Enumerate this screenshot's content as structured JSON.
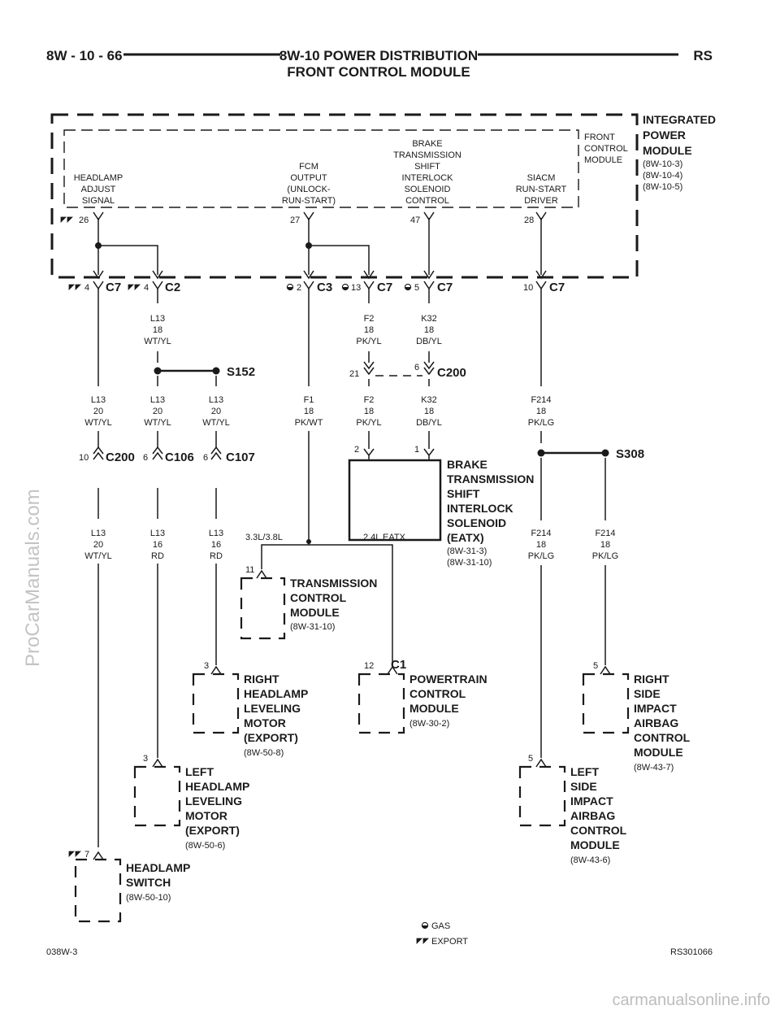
{
  "header": {
    "page_code": "8W - 10 - 66",
    "title": "8W-10 POWER DISTRIBUTION",
    "subtitle": "FRONT CONTROL MODULE",
    "model": "RS"
  },
  "ipm": {
    "name": [
      "INTEGRATED",
      "POWER",
      "MODULE"
    ],
    "refs": [
      "(8W-10-3)",
      "(8W-10-4)",
      "(8W-10-5)"
    ],
    "fcm_label": [
      "FRONT",
      "CONTROL",
      "MODULE"
    ],
    "functions": [
      {
        "lines": [
          "HEADLAMP",
          "ADJUST",
          "SIGNAL"
        ],
        "pin": "26"
      },
      {
        "lines": [
          "FCM",
          "OUTPUT",
          "(UNLOCK-",
          "RUN-START)"
        ],
        "pin": "27"
      },
      {
        "lines": [
          "BRAKE",
          "TRANSMISSION",
          "SHIFT",
          "INTERLOCK",
          "SOLENOID",
          "CONTROL"
        ],
        "pin": "47"
      },
      {
        "lines": [
          "SIACM",
          "RUN-START",
          "DRIVER"
        ],
        "pin": "28"
      }
    ]
  },
  "connectors": [
    {
      "id": "c7a",
      "pin": "4",
      "name": "C7"
    },
    {
      "id": "c2",
      "pin": "4",
      "name": "C2"
    },
    {
      "id": "c3",
      "pin": "2",
      "name": "C3"
    },
    {
      "id": "c7b",
      "pin": "13",
      "name": "C7"
    },
    {
      "id": "c7c",
      "pin": "5",
      "name": "C7"
    },
    {
      "id": "c7d",
      "pin": "10",
      "name": "C7"
    },
    {
      "id": "c200a",
      "pin_left": "21",
      "pin_right": "6",
      "name": "C200"
    },
    {
      "id": "c200b",
      "pin": "10",
      "name": "C200"
    },
    {
      "id": "c106",
      "pin": "6",
      "name": "C106"
    },
    {
      "id": "c107",
      "pin": "6",
      "name": "C107"
    },
    {
      "id": "c1",
      "pin": "12",
      "name": "C1"
    }
  ],
  "splices": {
    "s152": "S152",
    "s308": "S308"
  },
  "wires": {
    "w1": [
      "L13",
      "18",
      "WT/YL"
    ],
    "w2": [
      "F2",
      "18",
      "PK/YL"
    ],
    "w3": [
      "K32",
      "18",
      "DB/YL"
    ],
    "w4": [
      "L13",
      "20",
      "WT/YL"
    ],
    "w5": [
      "L13",
      "20",
      "WT/YL"
    ],
    "w6": [
      "L13",
      "20",
      "WT/YL"
    ],
    "w7": [
      "F1",
      "18",
      "PK/WT"
    ],
    "w8": [
      "F2",
      "18",
      "PK/YL"
    ],
    "w9": [
      "K32",
      "18",
      "DB/YL"
    ],
    "w10": [
      "F214",
      "18",
      "PK/LG"
    ],
    "w11": [
      "L13",
      "20",
      "WT/YL"
    ],
    "w12": [
      "L13",
      "16",
      "RD"
    ],
    "w13": [
      "L13",
      "16",
      "RD"
    ],
    "w14": [
      "F214",
      "18",
      "PK/LG"
    ],
    "w15": [
      "F214",
      "18",
      "PK/LG"
    ]
  },
  "branch": {
    "left": "3.3L/3.8L",
    "right": "2.4L EATX"
  },
  "components": {
    "eatx": {
      "pins": [
        "2",
        "1"
      ],
      "name": [
        "BRAKE",
        "TRANSMISSION",
        "SHIFT",
        "INTERLOCK",
        "SOLENOID",
        "(EATX)"
      ],
      "refs": [
        "(8W-31-3)",
        "(8W-31-10)"
      ]
    },
    "tcm": {
      "pin": "11",
      "name": [
        "TRANSMISSION",
        "CONTROL",
        "MODULE"
      ],
      "refs": [
        "(8W-31-10)"
      ]
    },
    "rhl": {
      "pin": "3",
      "name": [
        "RIGHT",
        "HEADLAMP",
        "LEVELING",
        "MOTOR",
        "(EXPORT)"
      ],
      "refs": [
        "(8W-50-8)"
      ]
    },
    "pcm": {
      "name": [
        "POWERTRAIN",
        "CONTROL",
        "MODULE"
      ],
      "refs": [
        "(8W-30-2)"
      ]
    },
    "rsiacm": {
      "pin": "5",
      "name": [
        "RIGHT",
        "SIDE",
        "IMPACT",
        "AIRBAG",
        "CONTROL",
        "MODULE"
      ],
      "refs": [
        "(8W-43-7)"
      ]
    },
    "lhl": {
      "pin": "3",
      "name": [
        "LEFT",
        "HEADLAMP",
        "LEVELING",
        "MOTOR",
        "(EXPORT)"
      ],
      "refs": [
        "(8W-50-6)"
      ]
    },
    "lsiacm": {
      "pin": "5",
      "name": [
        "LEFT",
        "SIDE",
        "IMPACT",
        "AIRBAG",
        "CONTROL",
        "MODULE"
      ],
      "refs": [
        "(8W-43-6)"
      ]
    },
    "hsw": {
      "pin": "7",
      "name": [
        "HEADLAMP",
        "SWITCH"
      ],
      "refs": [
        "(8W-50-10)"
      ]
    }
  },
  "legend": {
    "gas": "GAS",
    "export": "EXPORT"
  },
  "footer": {
    "left": "038W-3",
    "right": "RS301066"
  },
  "watermarks": {
    "side": "ProCarManuals.com",
    "bottom": "carmanualsonline.info"
  }
}
